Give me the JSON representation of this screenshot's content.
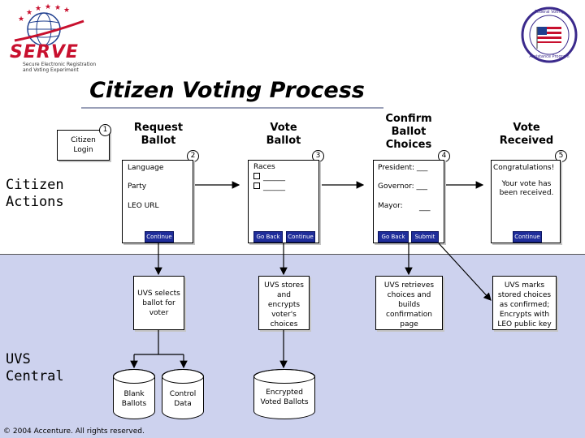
{
  "header": {
    "title": "Citizen Voting Process",
    "logo_left": {
      "brand": "SERVE",
      "tagline_line1": "Secure Electronic Registration",
      "tagline_line2": "and Voting Experiment"
    },
    "logo_right": {
      "seal_top": "Federal Voting",
      "seal_bottom": "Assistance Program"
    }
  },
  "sections": {
    "citizen": "Citizen\nActions",
    "central": "UVS\nCentral"
  },
  "start": {
    "label": "Citizen\nLogin",
    "number": "1"
  },
  "steps": [
    {
      "title": "Request\nBallot",
      "number": "2",
      "fields": [
        "Language",
        "Party",
        "LEO URL"
      ],
      "buttons": [
        "Continue"
      ]
    },
    {
      "title": "Vote\nBallot",
      "number": "3",
      "fields": [
        "Races",
        "______",
        "______"
      ],
      "buttons": [
        "Go Back",
        "Continue"
      ]
    },
    {
      "title": "Confirm\nBallot\nChoices",
      "number": "4",
      "fields": [
        "President: ___",
        "Governor: ___",
        "Mayor:",
        "___"
      ],
      "buttons": [
        "Go Back",
        "Submit"
      ]
    },
    {
      "title": "Vote\nReceived",
      "number": "5",
      "fields": [
        "Congratulations!",
        "Your vote has\nbeen received."
      ],
      "buttons": [
        "Continue"
      ]
    }
  ],
  "central_processes": [
    "UVS selects\nballot for\nvoter",
    "UVS stores\nand\nencrypts\nvoter's\nchoices",
    "UVS retrieves\nchoices and\nbuilds\nconfirmation\npage",
    "UVS marks\nstored choices\nas confirmed;\nEncrypts with\nLEO public key"
  ],
  "data_stores": [
    "Blank\nBallots",
    "Control\nData",
    "Encrypted\nVoted Ballots"
  ],
  "footer": "© 2004 Accenture. All rights reserved.",
  "colors": {
    "band": "#cdd2ee",
    "button": "#1f2d9a",
    "serve_red": "#c8102e",
    "serve_blue": "#1f3f8f",
    "seal_border": "#3b2a8c"
  }
}
